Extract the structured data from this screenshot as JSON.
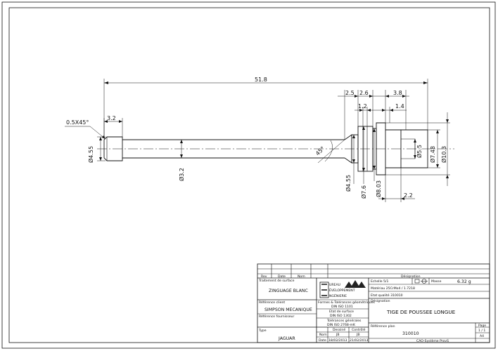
{
  "dimensions": {
    "overall_length": "51.8",
    "chamfer": "0.5X45°",
    "head_length": "3.2",
    "head_dia": "Ø4.55",
    "shaft_dia": "Ø3.2",
    "angle": "45°",
    "d_2_5": "2.5",
    "d_2_6": "2.6",
    "d_3_8": "3.8",
    "d_1_2": "1.2",
    "d_1_4": "1.4",
    "collar_dia": "Ø4.55",
    "dia_7_6": "Ø7.6",
    "dia_8_03": "Ø8.03",
    "dia_5_5": "Ø5.5",
    "dia_7_48": "Ø7.48",
    "dia_10_3": "Ø10.3",
    "d_2_2": "2.2"
  },
  "title_block": {
    "rev_headers": {
      "rev": "Rev",
      "date": "Date",
      "nom": "Nom",
      "designation": "Désignation"
    },
    "traitement_label": "Traitement de surface",
    "traitement_value": "ZINGUAGE BLANC",
    "logo_lines": [
      "UREAU",
      "ÉVELOPPEMENT",
      "NGÉNIERIE"
    ],
    "echelle": "Echelle 5/1",
    "masse_label": "Masse",
    "masse_value": "6.32 g",
    "materiau": "Matériau   25CrMo4 / 1.7218",
    "etat_qualite": "Etat qualité   310010",
    "reference_client_label": "Référence client",
    "reference_client_value": "SIMPSON MECANIQUE",
    "reference_fournisseur_label": "Référence fournisseur",
    "formes_label": "Formes & Tolérances géométriques",
    "formes_value": "DIN ISO 1101",
    "etat_surface_label": "Etat de surface",
    "etat_surface_value": "DIN ISO 1302",
    "tolerances_label": "Tolérances générales",
    "tolerances_value": "DIN ISO 2768-mK",
    "designation_label": "Désignation",
    "designation_value": "TIGE DE POUSSEE LONGUE",
    "type_label": "Type",
    "type_value": "JAGUAR",
    "dessine": "Dessiné",
    "controle": "Contrôlé",
    "nom_label": "Nom",
    "date_label": "Date",
    "nom_dessine": "JB",
    "nom_controle": "JB",
    "date_dessine": "18/02/2013",
    "date_controle": "21/02/2013",
    "reference_plan_label": "Référence plan",
    "reference_plan_value": "310010",
    "page_label": "Page",
    "page_value": "1 / 1",
    "format_value": "A4",
    "software": "CAO-Système ProvS"
  }
}
